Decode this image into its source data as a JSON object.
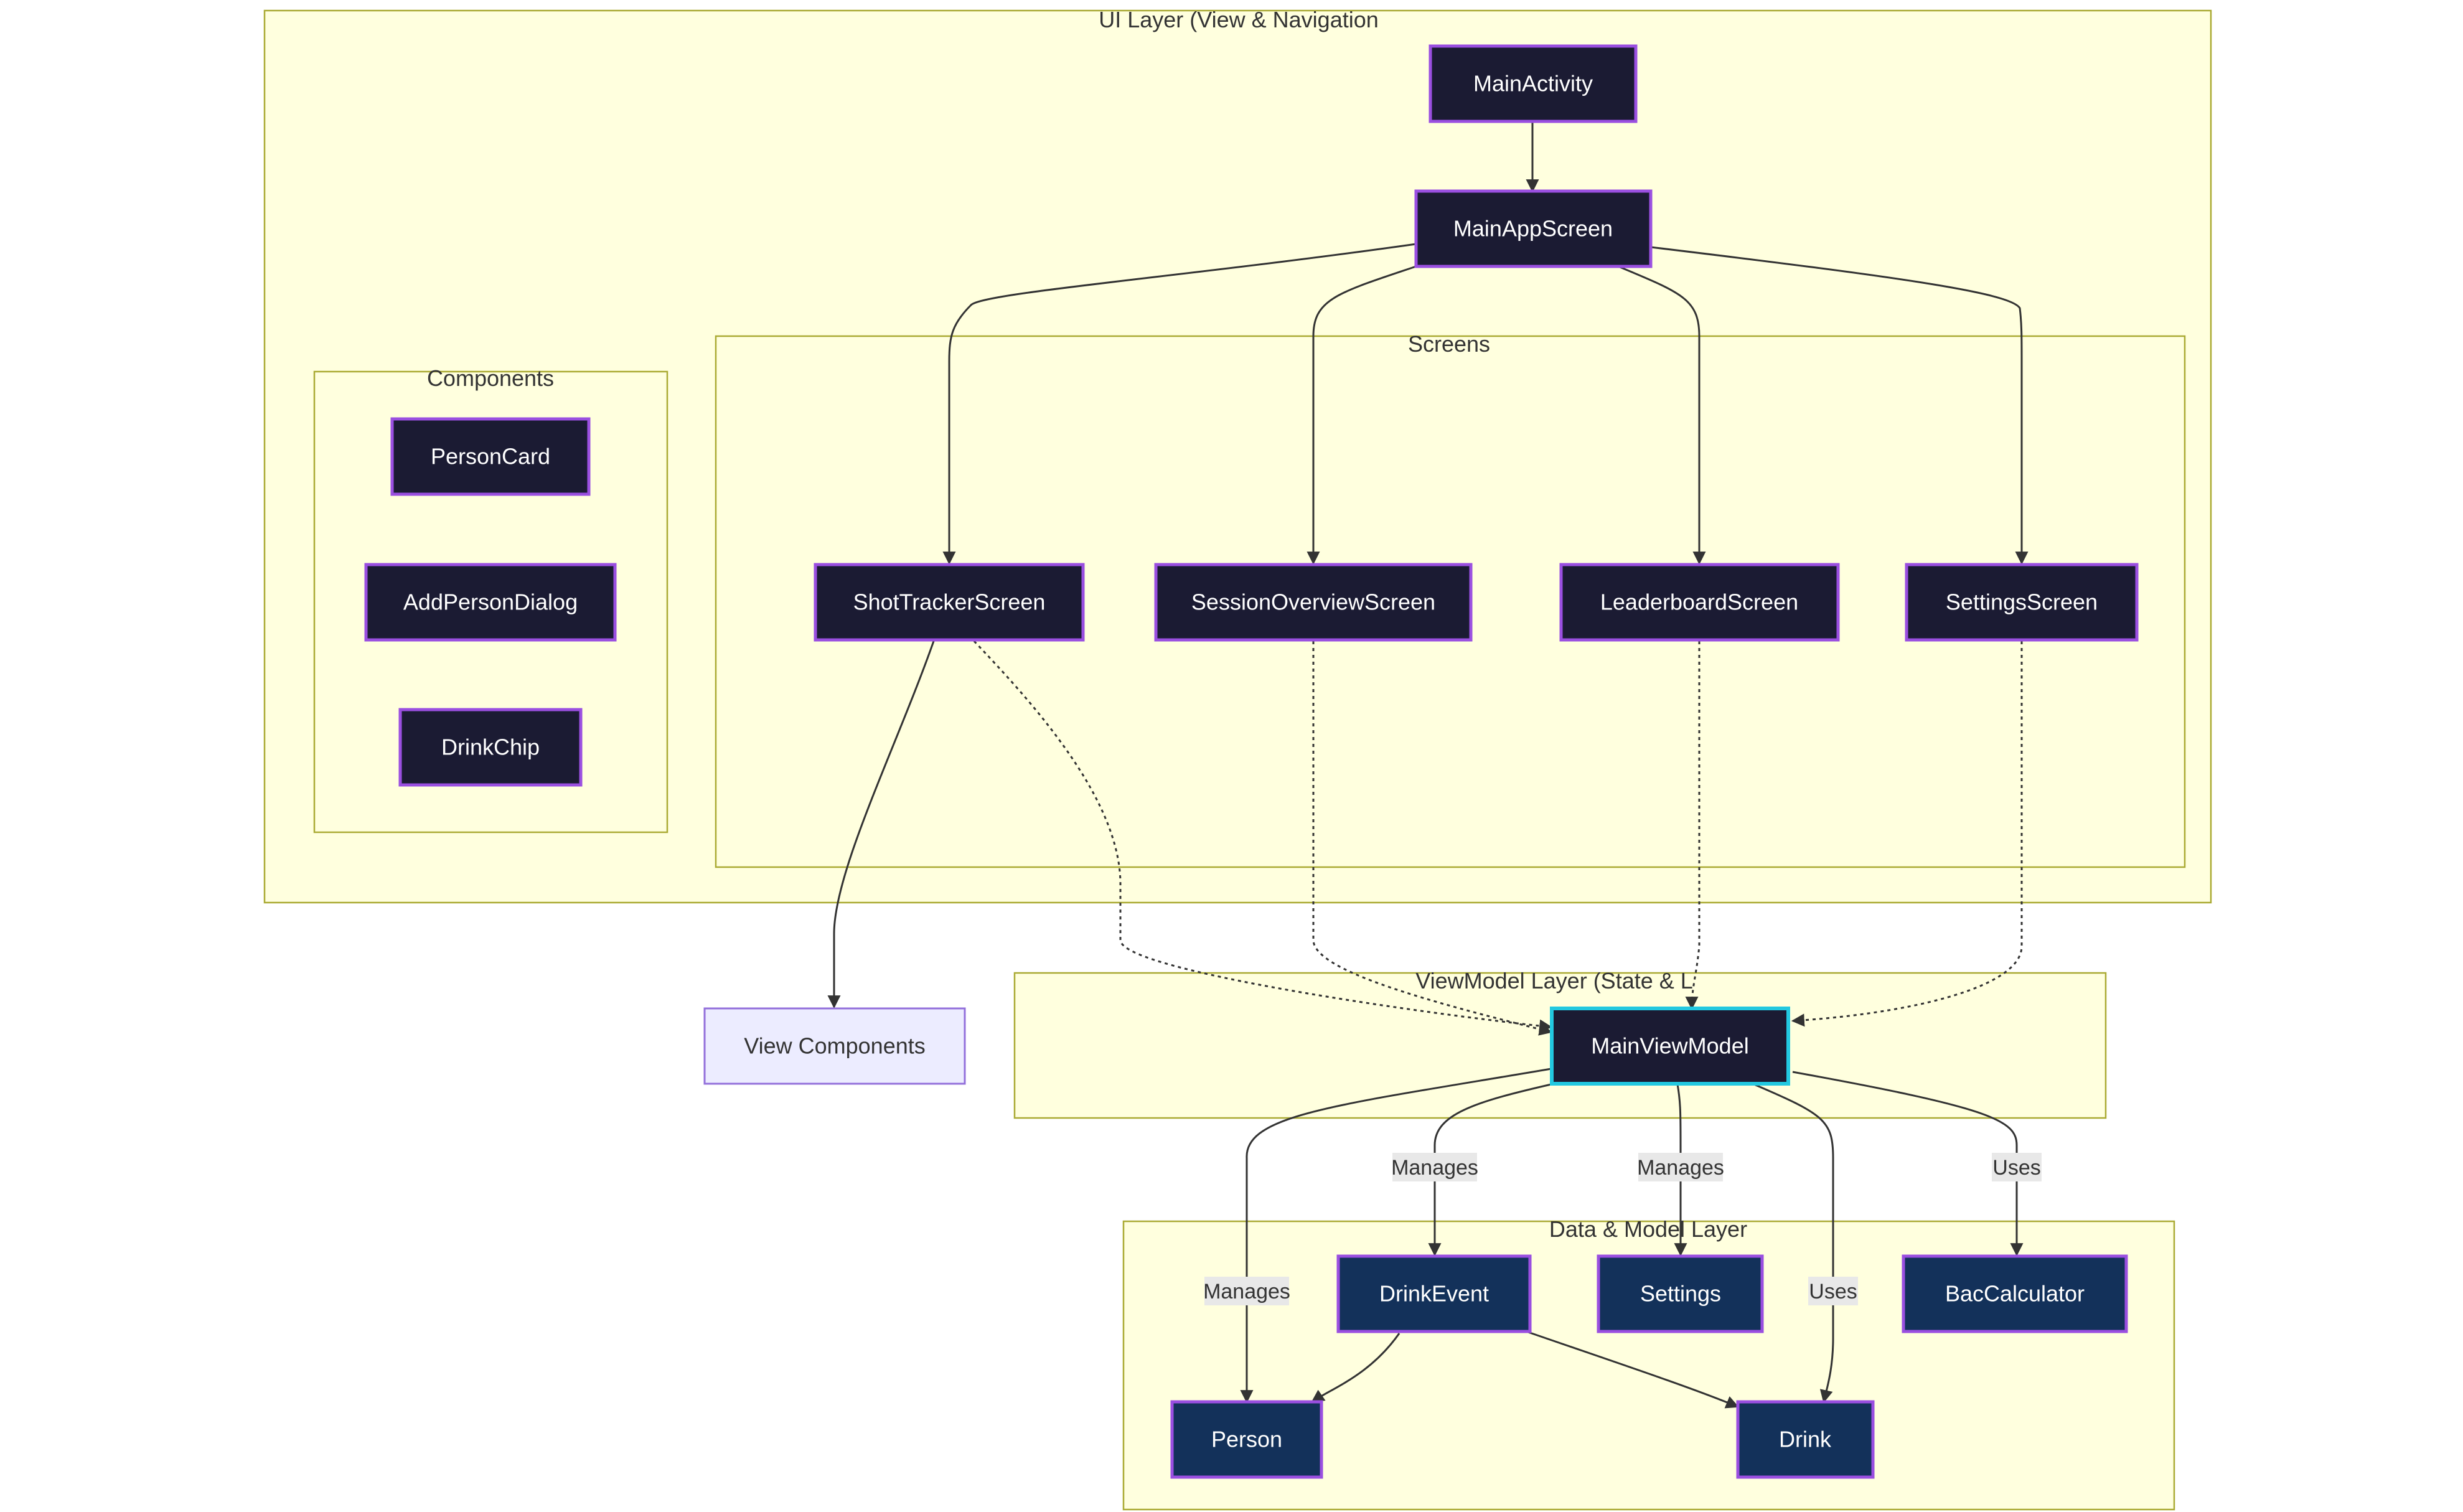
{
  "clusters": {
    "ui_layer": "UI Layer (View & Navigation",
    "screens": "Screens",
    "components": "Components",
    "viewmodel_layer": "ViewModel Layer (State & L",
    "data_layer": "Data & Model Layer"
  },
  "nodes": {
    "main_activity": "MainActivity",
    "main_app_screen": "MainAppScreen",
    "shot_tracker": "ShotTrackerScreen",
    "session_overview": "SessionOverviewScreen",
    "leaderboard": "LeaderboardScreen",
    "settings_screen": "SettingsScreen",
    "person_card": "PersonCard",
    "add_person_dialog": "AddPersonDialog",
    "drink_chip": "DrinkChip",
    "view_components": "View Components",
    "main_view_model": "MainViewModel",
    "drink_event": "DrinkEvent",
    "settings": "Settings",
    "bac_calculator": "BacCalculator",
    "person": "Person",
    "drink": "Drink"
  },
  "edge_labels": {
    "manages_person": "Manages",
    "manages_drink_event": "Manages",
    "manages_settings": "Manages",
    "uses_drink": "Uses",
    "uses_bac": "Uses"
  }
}
